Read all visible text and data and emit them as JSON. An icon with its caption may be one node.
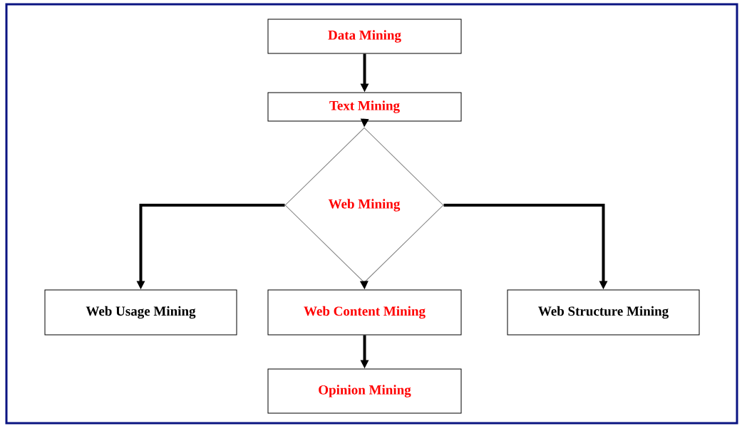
{
  "diagram": {
    "nodes": [
      {
        "text": [
          "Data Mining"
        ]
      },
      {
        "text": [
          "Text Mining"
        ]
      },
      {
        "text": [
          "Web Mining"
        ]
      },
      {
        "text": [
          "Web Usage Mining"
        ]
      },
      {
        "text": [
          "Web Content Mining"
        ]
      },
      {
        "text": [
          "Web Structure Mining"
        ]
      },
      {
        "text": [
          "Opinion Mining"
        ]
      }
    ],
    "edges": [
      {
        "from": 0,
        "to": 1,
        "arrow": "to"
      },
      {
        "from": 1,
        "to": 2,
        "arrow": "to"
      },
      {
        "from": 2,
        "to": 3,
        "arrow": "to"
      },
      {
        "from": 2,
        "to": 4,
        "arrow": "to"
      },
      {
        "from": 2,
        "to": 5,
        "arrow": "to"
      },
      {
        "from": 4,
        "to": 6,
        "arrow": "to"
      }
    ]
  }
}
